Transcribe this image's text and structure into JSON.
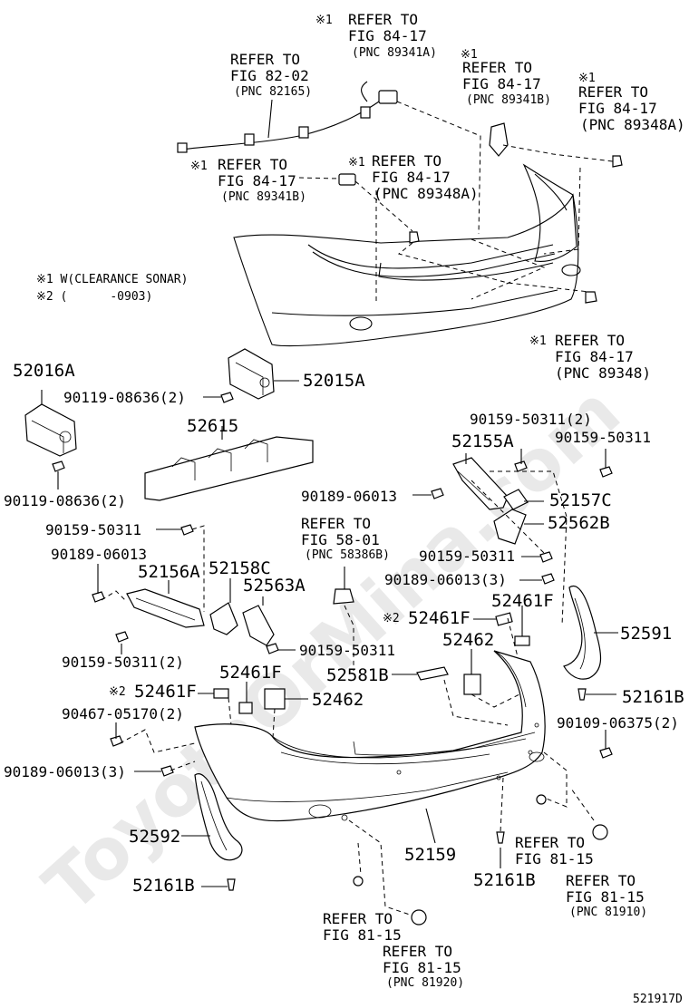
{
  "notes": {
    "mark": "※1",
    "note1": "※1 W(CLEARANCE SONAR)",
    "note2": "※2 (      -0903)"
  },
  "refs": {
    "ref_top": {
      "mark": "※1",
      "l1": "REFER TO",
      "l2": "FIG 84-17",
      "l3": "(PNC 89341A)"
    },
    "ref_wire": {
      "l1": "REFER TO",
      "l2": "FIG 82-02",
      "l3": "(PNC 82165)"
    },
    "ref_top_right1": {
      "mark": "※1",
      "l1": "REFER TO",
      "l2": "FIG 84-17",
      "l3": "(PNC 89341B)"
    },
    "ref_top_right2": {
      "mark": "※1",
      "l1": "REFER TO",
      "l2": "FIG 84-17",
      "l3": "(PNC 89348A)"
    },
    "ref_mid_left": {
      "mark": "※1",
      "l1": "REFER TO",
      "l2": "FIG 84-17",
      "l3": "(PNC 89341B)"
    },
    "ref_mid_center": {
      "mark": "※1",
      "l1": "REFER TO",
      "l2": "FIG 84-17",
      "l3": "(PNC 89348A)"
    },
    "ref_right_89348": {
      "mark": "※1",
      "l1": "REFER TO",
      "l2": "FIG 84-17",
      "l3": "(PNC 89348)"
    },
    "ref_58": {
      "l1": "REFER TO",
      "l2": "FIG 58-01",
      "l3": "(PNC 58386B)"
    },
    "ref_81_a": {
      "l1": "REFER TO",
      "l2": "FIG 81-15"
    },
    "ref_81_b": {
      "l1": "REFER TO",
      "l2": "FIG 81-15",
      "l3": "(PNC 81910)"
    },
    "ref_81_c": {
      "l1": "REFER TO",
      "l2": "FIG 81-15"
    },
    "ref_81_d": {
      "l1": "REFER TO",
      "l2": "FIG 81-15",
      "l3": "(PNC 81920)"
    }
  },
  "parts": {
    "p52016A": "52016A",
    "p52015A": "52015A",
    "p90119_1": "90119-08636(2)",
    "p90119_2": "90119-08636(2)",
    "p52615": "52615",
    "p90159_2a": "90159-50311(2)",
    "p90159_b": "90159-50311",
    "p52155A": "52155A",
    "p90189_a": "90189-06013",
    "p52157C": "52157C",
    "p52562B": "52562B",
    "p90159_c": "90159-50311",
    "p90189_b": "90189-06013",
    "p52156A": "52156A",
    "p52158C": "52158C",
    "p52563A": "52563A",
    "p90159_d": "90159-50311",
    "p90189_3a": "90189-06013(3)",
    "p52461F_a": "52461F",
    "p52461F_b": "52461F",
    "p52591": "52591",
    "p52462_a": "52462",
    "p90159_2b": "90159-50311(2)",
    "p90159_e": "90159-50311",
    "p52581B": "52581B",
    "p52461F_c": "52461F",
    "p52461F_d": "52461F",
    "p52161B_a": "52161B",
    "p52462_b": "52462",
    "p90467": "90467-05170(2)",
    "p90109": "90109-06375(2)",
    "p90189_3b": "90189-06013(3)",
    "p52592": "52592",
    "p52159": "52159",
    "p52161B_b": "52161B",
    "p52161B_c": "52161B"
  },
  "diagram_id": "521917D",
  "watermark": "ToyotaOrMina.com"
}
